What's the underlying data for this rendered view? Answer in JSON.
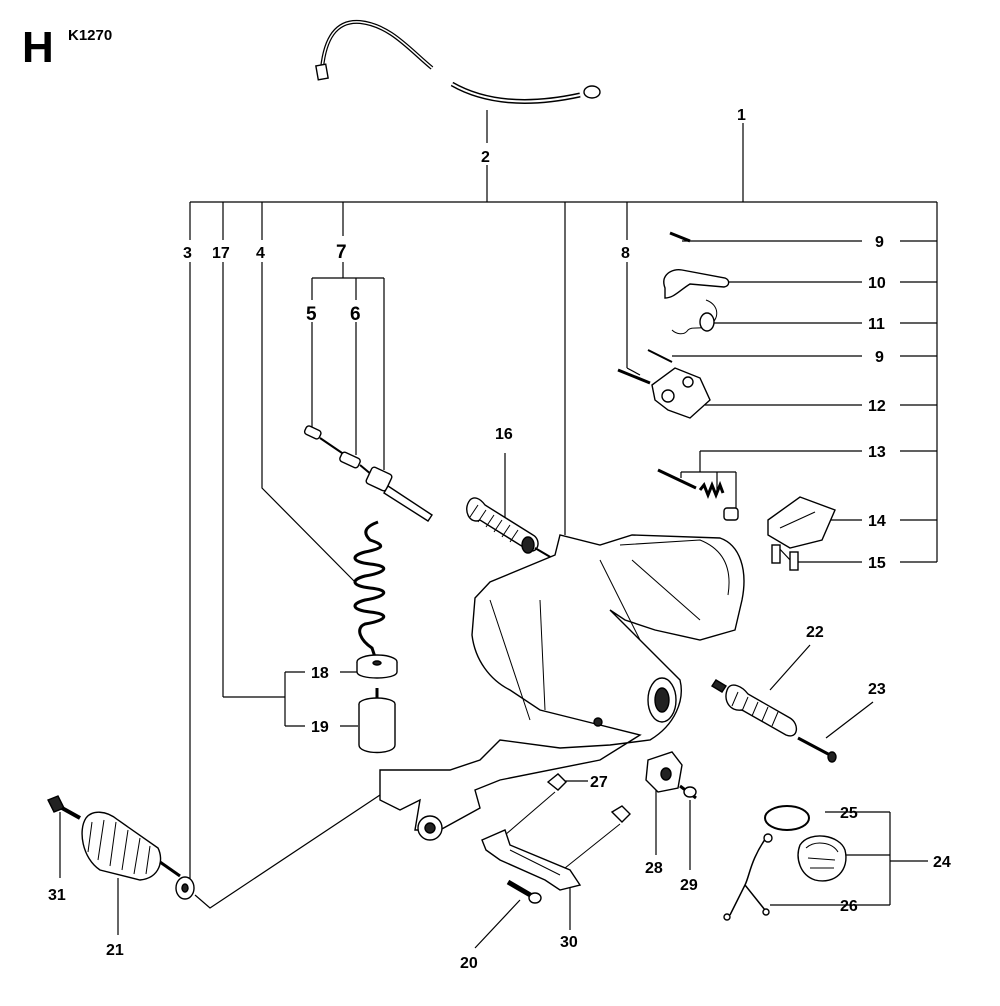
{
  "section_letter": "H",
  "section_code": "K1270",
  "callouts": [
    {
      "id": "1",
      "text": "1"
    },
    {
      "id": "2",
      "text": "2"
    },
    {
      "id": "3",
      "text": "3"
    },
    {
      "id": "4",
      "text": "4"
    },
    {
      "id": "5",
      "text": "5"
    },
    {
      "id": "6",
      "text": "6"
    },
    {
      "id": "7",
      "text": "7"
    },
    {
      "id": "8",
      "text": "8"
    },
    {
      "id": "9a",
      "text": "9"
    },
    {
      "id": "9b",
      "text": "9"
    },
    {
      "id": "10",
      "text": "10"
    },
    {
      "id": "11",
      "text": "11"
    },
    {
      "id": "12",
      "text": "12"
    },
    {
      "id": "13",
      "text": "13"
    },
    {
      "id": "14",
      "text": "14"
    },
    {
      "id": "15",
      "text": "15"
    },
    {
      "id": "16",
      "text": "16"
    },
    {
      "id": "17",
      "text": "17"
    },
    {
      "id": "18",
      "text": "18"
    },
    {
      "id": "19",
      "text": "19"
    },
    {
      "id": "20",
      "text": "20"
    },
    {
      "id": "21",
      "text": "21"
    },
    {
      "id": "22",
      "text": "22"
    },
    {
      "id": "23",
      "text": "23"
    },
    {
      "id": "24",
      "text": "24"
    },
    {
      "id": "25",
      "text": "25"
    },
    {
      "id": "26",
      "text": "26"
    },
    {
      "id": "27",
      "text": "27"
    },
    {
      "id": "28",
      "text": "28"
    },
    {
      "id": "29",
      "text": "29"
    },
    {
      "id": "30",
      "text": "30"
    },
    {
      "id": "31",
      "text": "31"
    }
  ]
}
